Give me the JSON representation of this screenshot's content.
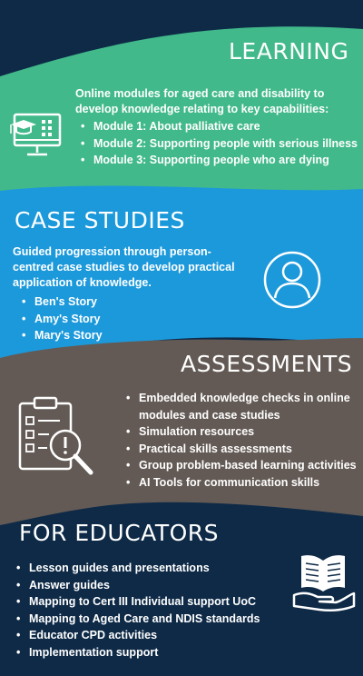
{
  "colors": {
    "navy": "#0e2a47",
    "green": "#41b98a",
    "blue": "#1c99db",
    "brown": "#635a55",
    "white": "#ffffff"
  },
  "learning": {
    "heading": "LEARNING",
    "intro": "Online modules for aged care and disability to develop knowledge relating to key capabilities:",
    "items": [
      "Module 1: About palliative care",
      "Module 2: Supporting people with serious illness",
      "Module 3: Supporting people who are dying"
    ],
    "icon": "computer-graduation-icon"
  },
  "case_studies": {
    "heading": "CASE STUDIES",
    "intro": "Guided progression through person-centred case studies to develop practical application of knowledge.",
    "items": [
      "Ben's Story",
      "Amy's Story",
      "Mary's Story"
    ],
    "icon": "person-circle-icon"
  },
  "assessments": {
    "heading": "ASSESSMENTS",
    "items": [
      "Embedded knowledge checks in online",
      "modules and case studies",
      "Simulation resources",
      "Practical skills assessments",
      "Group problem-based learning activities",
      "AI Tools for communication skills"
    ],
    "icon": "clipboard-magnifier-icon"
  },
  "educators": {
    "heading": "FOR EDUCATORS",
    "items": [
      "Lesson guides and presentations",
      "Answer guides",
      "Mapping to Cert III Individual support UoC",
      "Mapping to Aged Care and NDIS standards",
      "Educator CPD activities",
      "Implementation support"
    ],
    "icon": "book-in-hand-icon"
  }
}
